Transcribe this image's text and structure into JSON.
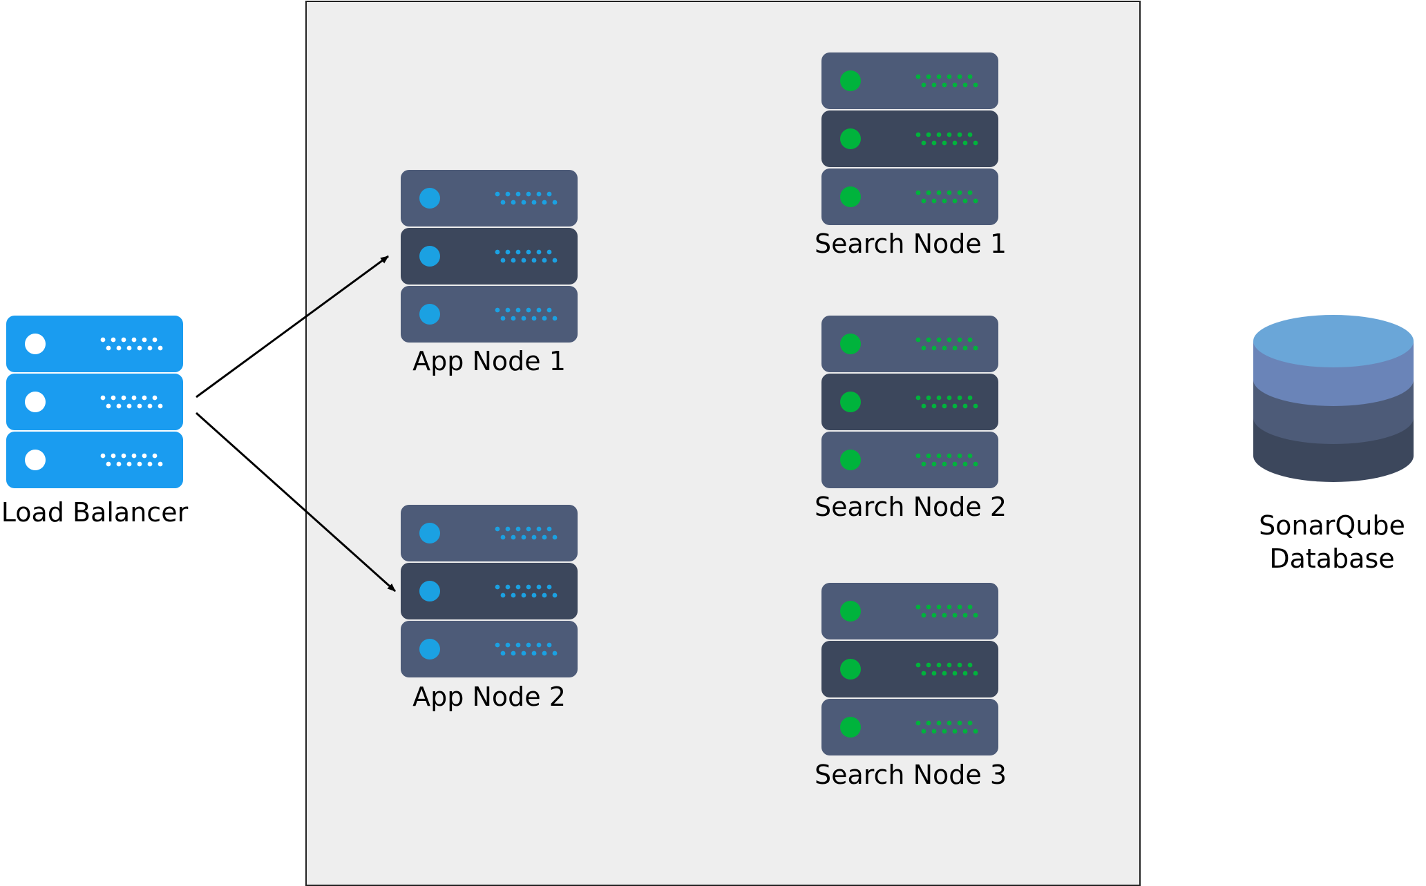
{
  "colors": {
    "cluster_background": "#eeeeee",
    "cluster_border": "#222222",
    "app_indicator": "#1ba1e2",
    "search_indicator": "#00b33c",
    "lb_body": "#1a9cf0",
    "lb_indicator": "#ffffff",
    "server_light": "#4d5b78",
    "server_dark": "#3c475c",
    "db_top": "#6aa6d8",
    "db_mid": "#6a84b8",
    "db_low": "#4d5b78",
    "db_bottom": "#3c475c",
    "arrow": "#000000"
  },
  "nodes": {
    "load_balancer": {
      "label": "Load Balancer",
      "icon": "server-rack-icon"
    },
    "app_node_1": {
      "label": "App Node 1",
      "icon": "server-rack-icon"
    },
    "app_node_2": {
      "label": "App Node 2",
      "icon": "server-rack-icon"
    },
    "search_node_1": {
      "label": "Search Node 1",
      "icon": "server-rack-icon"
    },
    "search_node_2": {
      "label": "Search Node 2",
      "icon": "server-rack-icon"
    },
    "search_node_3": {
      "label": "Search Node 3",
      "icon": "server-rack-icon"
    },
    "database": {
      "label_line1": "SonarQube",
      "label_line2": "Database",
      "icon": "database-cylinder-icon"
    }
  },
  "edges": [
    {
      "from": "load_balancer",
      "to": "app_node_1"
    },
    {
      "from": "load_balancer",
      "to": "app_node_2"
    }
  ]
}
